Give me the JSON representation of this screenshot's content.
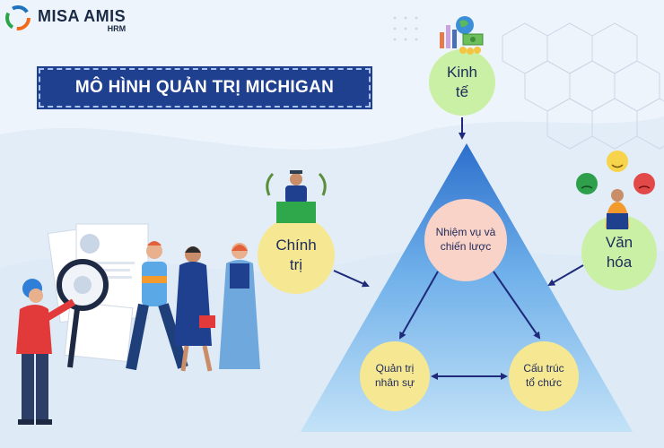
{
  "brand": {
    "name": "MISA AMIS",
    "product": "HRM"
  },
  "title": "MÔ HÌNH QUẢN TRỊ MICHIGAN",
  "external_factors": [
    {
      "id": "economy",
      "line1": "Kinh",
      "line2": "tế"
    },
    {
      "id": "politics",
      "line1": "Chính",
      "line2": "trị"
    },
    {
      "id": "culture",
      "line1": "Văn",
      "line2": "hóa"
    }
  ],
  "internal_factors": [
    {
      "id": "mission",
      "line1": "Nhiệm vụ và",
      "line2": "chiến lược"
    },
    {
      "id": "hrm",
      "line1": "Quản trị",
      "line2": "nhân sự"
    },
    {
      "id": "structure",
      "line1": "Cấu trúc",
      "line2": "tổ chức"
    }
  ],
  "colors": {
    "title_bg": "#1f3f8f",
    "outer_circle": "#c9f0a4",
    "politics_circle": "#f6e892",
    "mission_circle": "#f9d2c8",
    "bottom_circle": "#f6e892",
    "arrow": "#1f2a7a",
    "triangle_top": "#2c6fcc",
    "triangle_bottom": "#b9dcf5"
  }
}
